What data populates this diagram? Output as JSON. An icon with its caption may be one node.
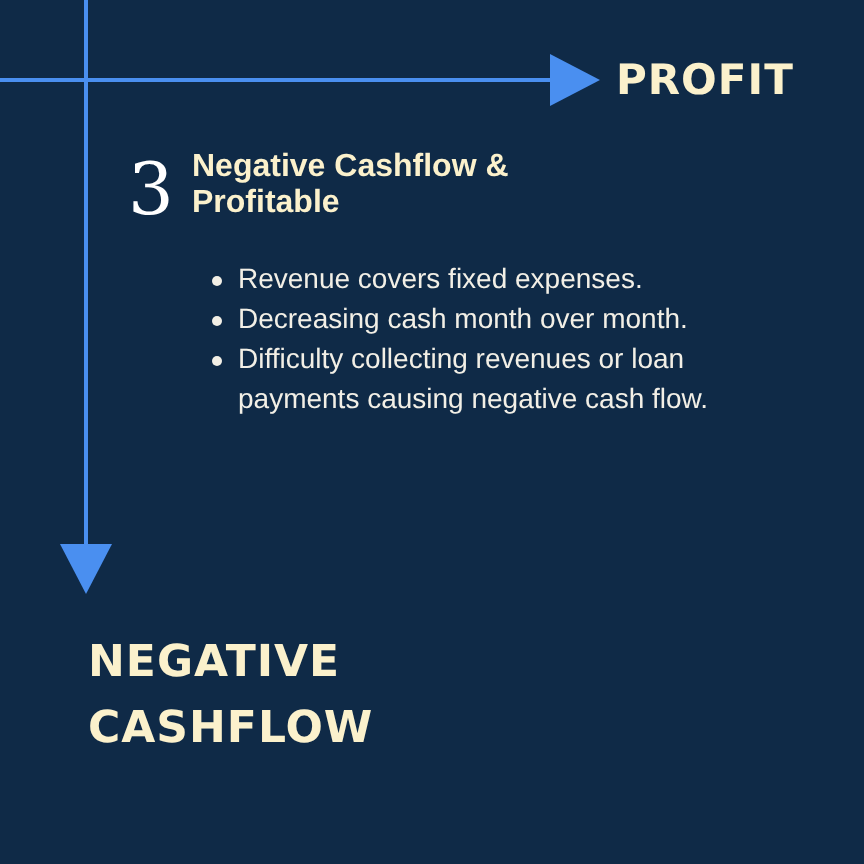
{
  "diagram": {
    "labels": [
      "PROFIT",
      "3",
      "Negative Cashflow & Profitable",
      "Revenue covers fixed expenses.",
      "Decreasing cash month over month.",
      "Difficulty collecting revenues or loan payments causing negative cash flow.",
      "NEGATIVE CASHFLOW"
    ]
  }
}
